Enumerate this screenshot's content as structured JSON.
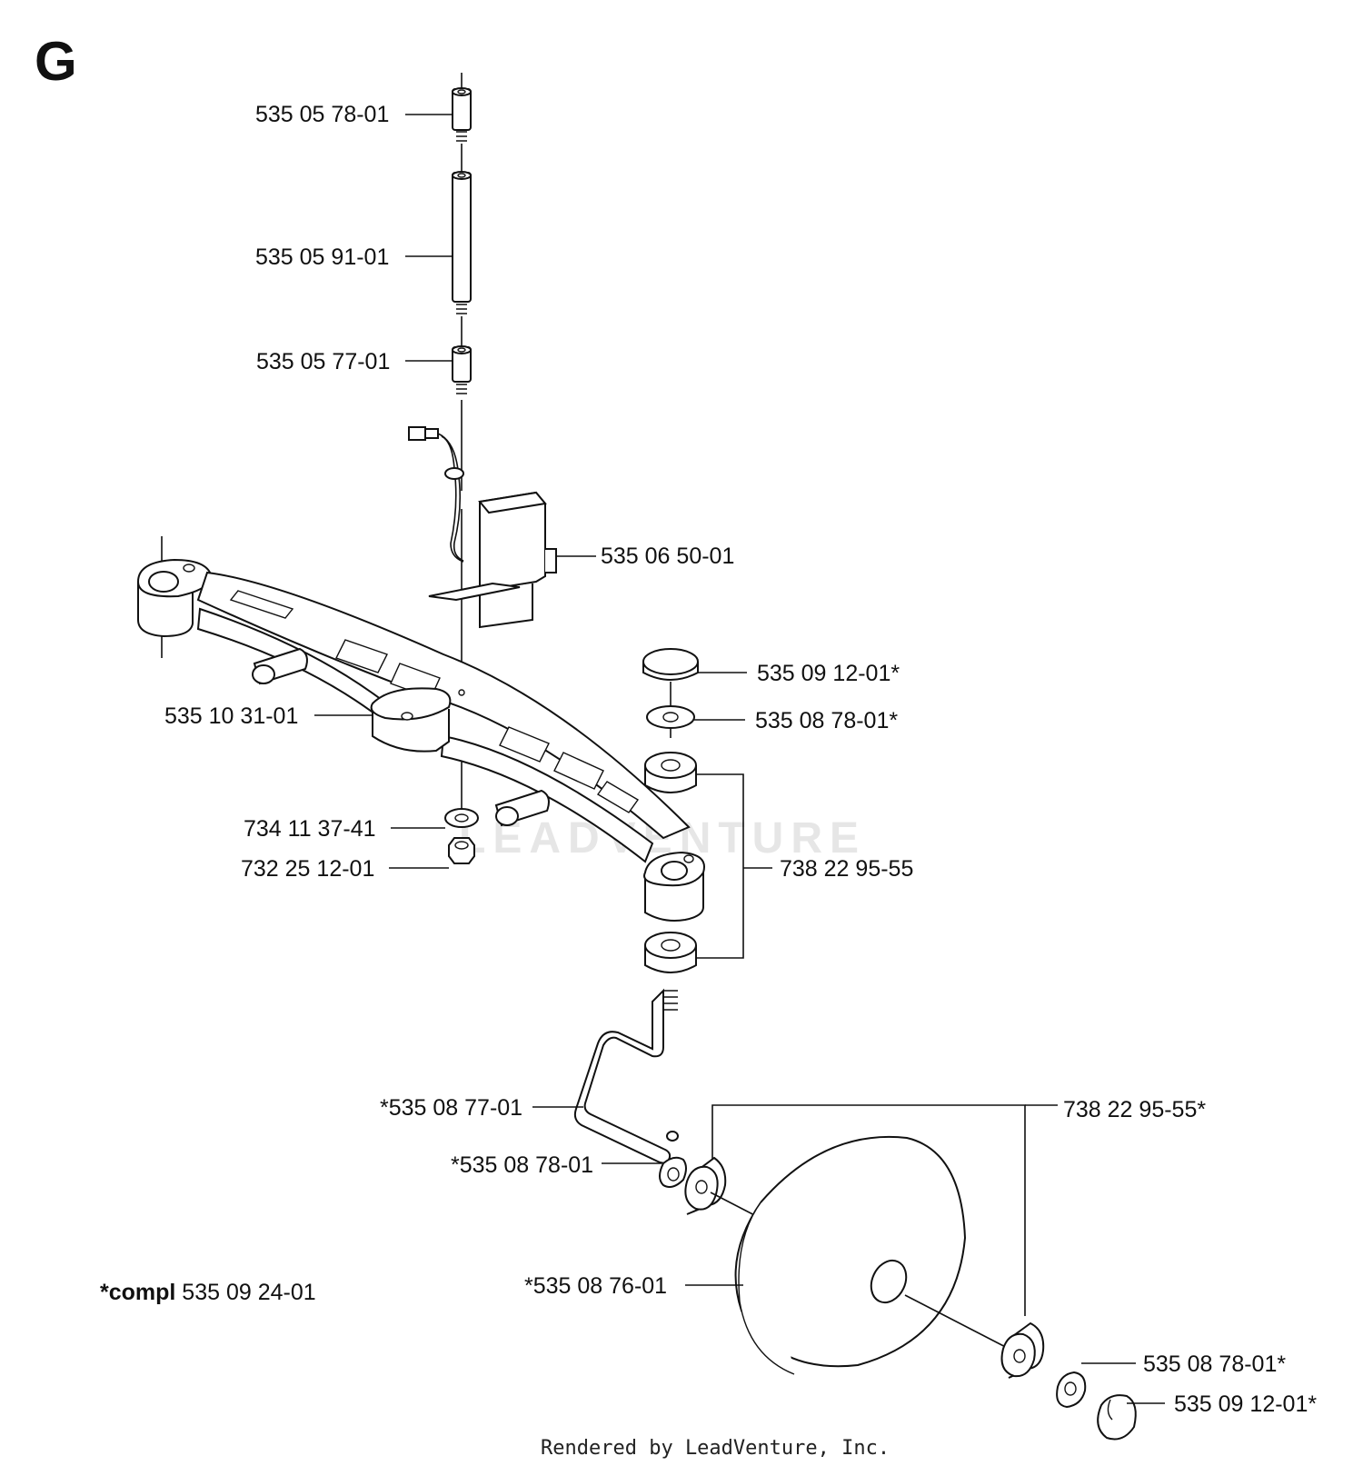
{
  "section_letter": "G",
  "watermark": "LEADVENTURE",
  "labels": {
    "p1": "535 05 78-01",
    "p2": "535 05 91-01",
    "p3": "535 05 77-01",
    "p4": "535 06 50-01",
    "p5": "535 09 12-01*",
    "p6": "535 08 78-01*",
    "p7": "535 10 31-01",
    "p8": "734 11 37-41",
    "p9": "732 25 12-01",
    "p10": "738 22 95-55",
    "p11": "*535 08 77-01",
    "p12": "738 22 95-55*",
    "p13": "*535 08 78-01",
    "p14": "*535 08 76-01",
    "p15": "535 08 78-01*",
    "p16": "535 09 12-01*"
  },
  "compl_note": {
    "prefix": "*compl",
    "number": " 535 09 24-01"
  },
  "footer": "Rendered by LeadVenture, Inc."
}
